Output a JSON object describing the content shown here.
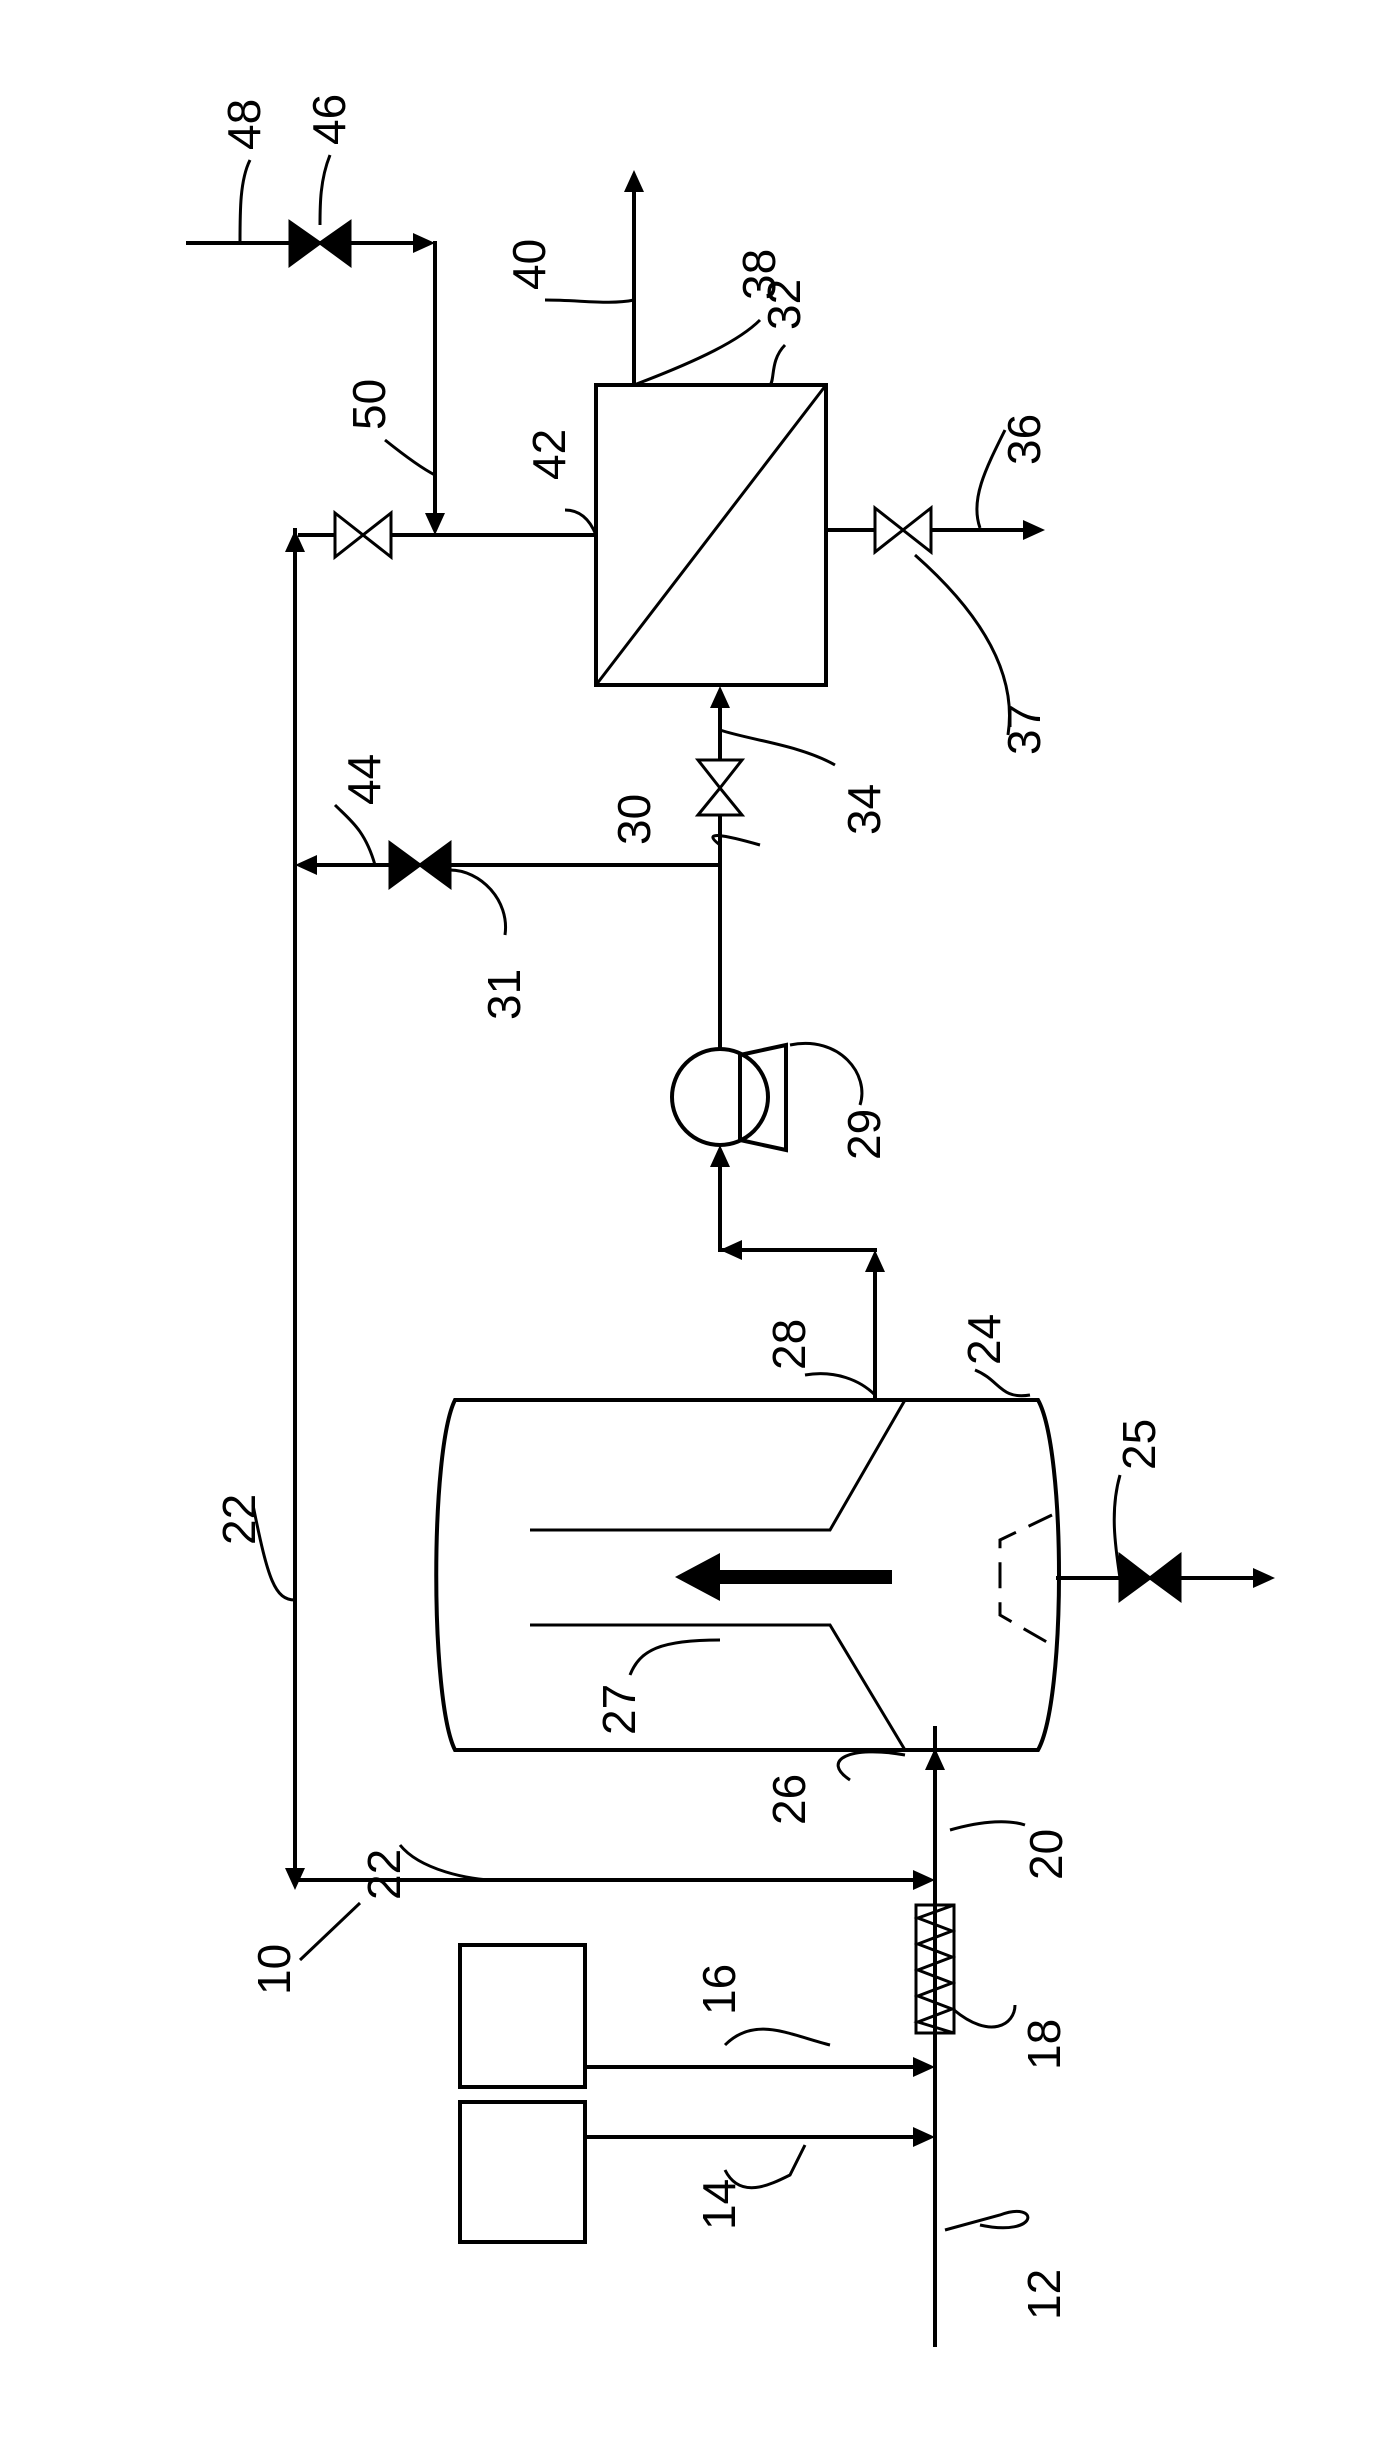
{
  "labels": {
    "n10": "10",
    "n12": "12",
    "n14": "14",
    "n16": "16",
    "n18": "18",
    "n20": "20",
    "n22a": "22",
    "n22b": "22",
    "n24": "24",
    "n25": "25",
    "n26": "26",
    "n27": "27",
    "n28": "28",
    "n29": "29",
    "n30": "30",
    "n31": "31",
    "n32": "32",
    "n34": "34",
    "n36": "36",
    "n37": "37",
    "n38": "38",
    "n40": "40",
    "n42": "42",
    "n44": "44",
    "n46": "46",
    "n48": "48",
    "n50": "50"
  },
  "colors": {
    "line": "#000000",
    "background": "#ffffff"
  }
}
